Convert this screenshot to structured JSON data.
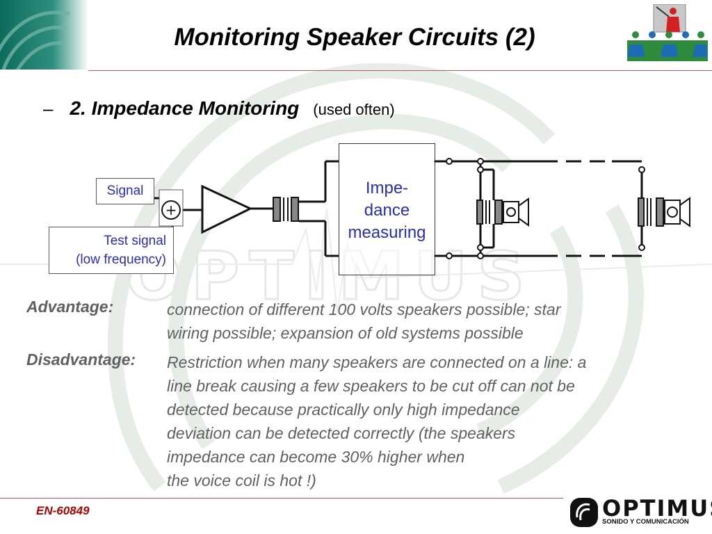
{
  "header": {
    "title": "Monitoring Speaker Circuits (2)"
  },
  "subheading": {
    "dash": "–",
    "title": "2. Impedance Monitoring",
    "note": "(used often)"
  },
  "diagram": {
    "signal_label": "Signal",
    "test_signal_line1": "Test signal",
    "test_signal_line2": "(low frequency)",
    "impedance_line1": "Impe-",
    "impedance_line2": "dance",
    "impedance_line3": "measuring",
    "label_color": "#2b2bbf"
  },
  "advantage": {
    "label": "Advantage:",
    "lines": [
      "connection of different 100 volts speakers possible; star",
      "wiring possible; expansion of old systems possible"
    ]
  },
  "disadvantage": {
    "label": "Disadvantage:",
    "lines": [
      "Restriction when many speakers are connected on a line: a",
      "line break causing a few speakers to be cut off can not be",
      "detected because practically only high impedance",
      "deviation can be detected correctly (the speakers",
      "impedance can become 30% higher when",
      "the voice coil is hot !)"
    ]
  },
  "footer": {
    "code": "EN-60849",
    "brand_name": "OPTIMUS",
    "brand_tagline": "SONIDO Y COMUNICACIÓN"
  },
  "colors": {
    "accent_rule": "#b55a5a",
    "footer_code": "#b00000",
    "body_text": "#606060"
  }
}
